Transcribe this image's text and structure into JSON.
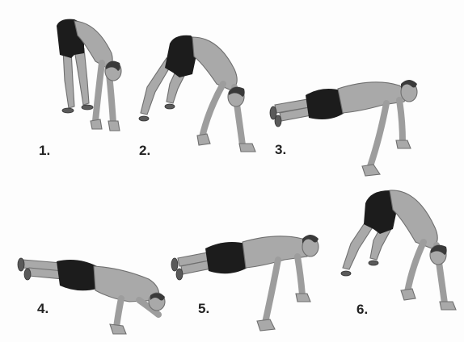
{
  "steps": [
    {
      "label": "1."
    },
    {
      "label": "2."
    },
    {
      "label": "3."
    },
    {
      "label": "4."
    },
    {
      "label": "5."
    },
    {
      "label": "6."
    }
  ],
  "colors": {
    "background": "#fdfdfd",
    "skin": "#a9a9a9",
    "shorts": "#1c1c1c",
    "hair": "#3a3a3a",
    "label": "#222222"
  }
}
